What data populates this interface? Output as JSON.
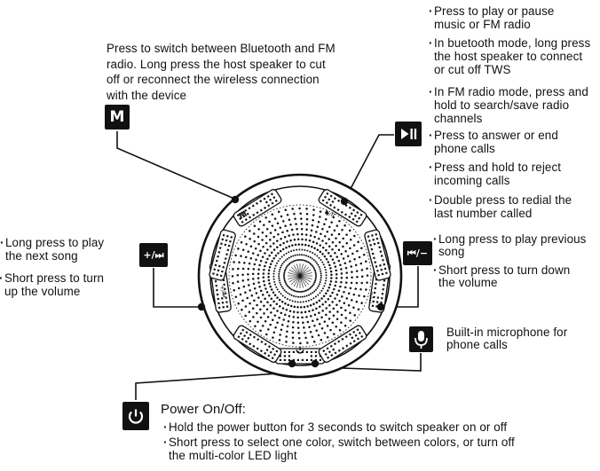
{
  "buttons": {
    "mode": {
      "label": "M",
      "description": "Press to switch between Bluetooth and FM\nradio.  Long press the host speaker to cut\noff or reconnect the wireless connection\nwith the device"
    },
    "play_pause": {
      "icon": "play-pause-icon",
      "items": [
        "Press to play or pause\n music or FM radio",
        "In buetooth mode, long press\nthe host speaker to connect\nor cut off TWS",
        "In FM radio mode, press and\nhold to search/save radio\nchannels",
        "Press to answer or end\nphone calls",
        "Press and hold to reject\nincoming calls",
        "Double press to redial the\n last number called"
      ]
    },
    "next_volume_up": {
      "label": "+/⏭",
      "items": [
        "Long press to play\n the next song",
        "Short press to turn\n up the volume"
      ]
    },
    "prev_volume_down": {
      "label": "⏮/−",
      "items": [
        "Long press to play previous\nsong",
        "Short press to turn down\nthe volume"
      ]
    },
    "microphone": {
      "icon": "microphone-icon",
      "description": "Built-in microphone for\nphone calls"
    },
    "power": {
      "icon": "power-icon",
      "title": "Power On/Off:",
      "items": [
        "Hold the power button for 3 seconds to switch speaker on or off",
        "Short press to select one color, switch between colors, or turn off\n the multi-color LED light"
      ]
    }
  },
  "speaker_labels": {
    "top_left": "M",
    "top_right": "▶/II",
    "left": "+/⏭",
    "right": "⏮/−"
  },
  "colors": {
    "ink": "#111111",
    "background": "#ffffff"
  }
}
